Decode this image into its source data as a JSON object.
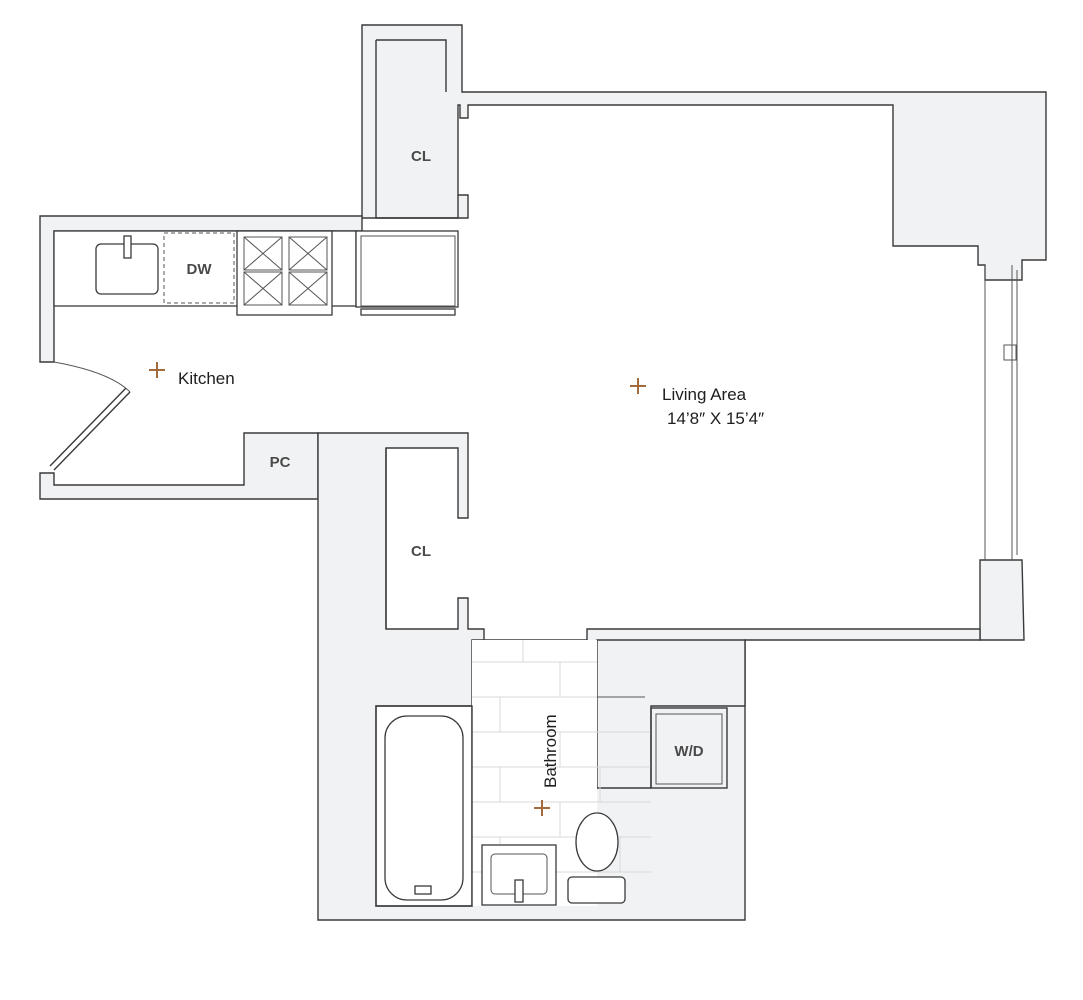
{
  "rooms": {
    "kitchen": {
      "name": "Kitchen"
    },
    "living": {
      "name": "Living Area",
      "dimensions": "14’8″ X 15’4″"
    },
    "bathroom": {
      "name": "Bathroom"
    }
  },
  "fixtures": {
    "closet_top": "CL",
    "closet_bottom": "CL",
    "dishwasher": "DW",
    "pantry_closet": "PC",
    "washer_dryer": "W/D"
  },
  "colors": {
    "wall_fill": "#f1f2f3",
    "wall_stroke": "#3a3a3a",
    "room_marker": "#a36a3c"
  }
}
